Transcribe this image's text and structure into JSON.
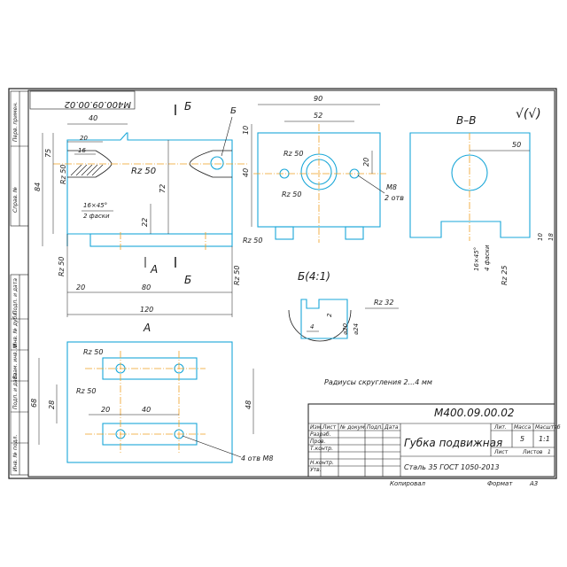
{
  "drawing": {
    "designation": "М400.09.00.02",
    "designation_stamp": "М400.09.00.02",
    "part_name": "Губка подвижная",
    "material": "Сталь 35 ГОСТ 1050-2013",
    "note": "Радиусы скругления 2...4 мм",
    "roughness_mark": "√(√)",
    "copied_label": "Копировал",
    "format_label": "Формат",
    "format_value": "А3"
  },
  "title_block": {
    "col_lit": "Лит.",
    "col_mass": "Масса",
    "col_scale": "Масштаб",
    "mass": "5",
    "scale": "1:1",
    "sheet_label": "Лист",
    "sheets_label": "Листов",
    "sheets_value": "1",
    "change_cols": [
      "Изм.",
      "Лист",
      "№ докум.",
      "Подп.",
      "Дата"
    ],
    "roles": [
      "Разраб.",
      "Пров.",
      "Т.контр.",
      "",
      "Н.контр.",
      "Утв."
    ]
  },
  "side_strip": {
    "labels": [
      "Перв. примен.",
      "Справ. №",
      "Подп. и дата",
      "Инв. № дубл.",
      "Взам. инв. №",
      "Подп. и дата",
      "Инв. № подл."
    ]
  },
  "views": {
    "front_dims": [
      "40",
      "20",
      "16",
      "75",
      "84",
      "72",
      "22",
      "20",
      "80",
      "120",
      "16×45°",
      "2 фаски"
    ],
    "section_label": "Б",
    "section_a": "А",
    "section_b": "Б",
    "side_dims": [
      "90",
      "52",
      "10",
      "40",
      "20",
      "М8",
      "2 отв"
    ],
    "section_vv": "В–В",
    "vv_dims": [
      "50",
      "10",
      "18",
      "16×45°",
      "4 фаски"
    ],
    "detail_label": "Б(4:1)",
    "detail_dims": [
      "4",
      "2",
      "⌀20",
      "⌀24"
    ],
    "plan_label": "А",
    "plan_dims": [
      "28",
      "68",
      "20",
      "40",
      "48",
      "4 отв М8"
    ],
    "roughness": [
      "Rz 50",
      "Rz 50",
      "Rz 50",
      "Rz 50",
      "Rz 50",
      "Rz 50",
      "Rz 50",
      "Rz 32",
      "Rz 25",
      "Rz 50",
      "Rz 50"
    ]
  }
}
